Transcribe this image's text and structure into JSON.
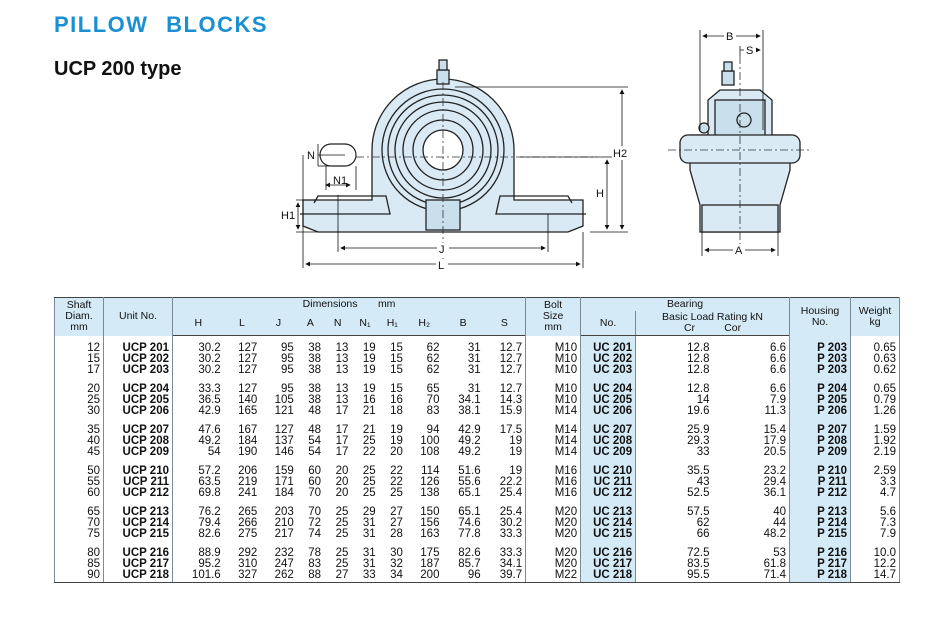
{
  "header": {
    "title": "PILLOW BLOCKS",
    "subtitle": "UCP 200 type"
  },
  "drawing_labels": {
    "N": "N",
    "N1": "N1",
    "H1": "H1",
    "J": "J",
    "L": "L",
    "H": "H",
    "H2": "H2",
    "B": "B",
    "S": "S",
    "A": "A"
  },
  "table": {
    "headers": {
      "shaft": [
        "Shaft",
        "Diam.",
        "mm"
      ],
      "unit_no": "Unit  No.",
      "dimensions": "Dimensions",
      "dimensions_unit": "mm",
      "dim_cols": [
        "H",
        "L",
        "J",
        "A",
        "N",
        "N₁",
        "H₁",
        "H₂",
        "B",
        "S"
      ],
      "bolt": [
        "Bolt",
        "Size",
        "mm"
      ],
      "bearing": "Bearing",
      "bearing_no": "No.",
      "load_rating": "Basic Load Rating  kN",
      "cr": "Cr",
      "cor": "Cor",
      "housing": [
        "Housing",
        "No."
      ],
      "weight": [
        "Weight",
        "kg"
      ]
    },
    "groups": [
      [
        {
          "shaft": "12",
          "unit": "UCP 201",
          "dims": [
            "30.2",
            "127",
            "95",
            "38",
            "13",
            "19",
            "15",
            "62",
            "31",
            "12.7"
          ],
          "bolt": "M10",
          "bearing": "UC 201",
          "cr": "12.8",
          "cor": "6.6",
          "housing": "P 203",
          "weight": "0.65"
        },
        {
          "shaft": "15",
          "unit": "UCP 202",
          "dims": [
            "30.2",
            "127",
            "95",
            "38",
            "13",
            "19",
            "15",
            "62",
            "31",
            "12.7"
          ],
          "bolt": "M10",
          "bearing": "UC 202",
          "cr": "12.8",
          "cor": "6.6",
          "housing": "P 203",
          "weight": "0.63"
        },
        {
          "shaft": "17",
          "unit": "UCP 203",
          "dims": [
            "30.2",
            "127",
            "95",
            "38",
            "13",
            "19",
            "15",
            "62",
            "31",
            "12.7"
          ],
          "bolt": "M10",
          "bearing": "UC 203",
          "cr": "12.8",
          "cor": "6.6",
          "housing": "P 203",
          "weight": "0.62"
        }
      ],
      [
        {
          "shaft": "20",
          "unit": "UCP 204",
          "dims": [
            "33.3",
            "127",
            "95",
            "38",
            "13",
            "19",
            "15",
            "65",
            "31",
            "12.7"
          ],
          "bolt": "M10",
          "bearing": "UC 204",
          "cr": "12.8",
          "cor": "6.6",
          "housing": "P 204",
          "weight": "0.65"
        },
        {
          "shaft": "25",
          "unit": "UCP 205",
          "dims": [
            "36.5",
            "140",
            "105",
            "38",
            "13",
            "16",
            "16",
            "70",
            "34.1",
            "14.3"
          ],
          "bolt": "M10",
          "bearing": "UC 205",
          "cr": "14",
          "cor": "7.9",
          "housing": "P 205",
          "weight": "0.79"
        },
        {
          "shaft": "30",
          "unit": "UCP 206",
          "dims": [
            "42.9",
            "165",
            "121",
            "48",
            "17",
            "21",
            "18",
            "83",
            "38.1",
            "15.9"
          ],
          "bolt": "M14",
          "bearing": "UC 206",
          "cr": "19.6",
          "cor": "11.3",
          "housing": "P 206",
          "weight": "1.26"
        }
      ],
      [
        {
          "shaft": "35",
          "unit": "UCP 207",
          "dims": [
            "47.6",
            "167",
            "127",
            "48",
            "17",
            "21",
            "19",
            "94",
            "42.9",
            "17.5"
          ],
          "bolt": "M14",
          "bearing": "UC 207",
          "cr": "25.9",
          "cor": "15.4",
          "housing": "P 207",
          "weight": "1.59"
        },
        {
          "shaft": "40",
          "unit": "UCP 208",
          "dims": [
            "49.2",
            "184",
            "137",
            "54",
            "17",
            "25",
            "19",
            "100",
            "49.2",
            "19"
          ],
          "bolt": "M14",
          "bearing": "UC 208",
          "cr": "29.3",
          "cor": "17.9",
          "housing": "P 208",
          "weight": "1.92"
        },
        {
          "shaft": "45",
          "unit": "UCP 209",
          "dims": [
            "54",
            "190",
            "146",
            "54",
            "17",
            "22",
            "20",
            "108",
            "49.2",
            "19"
          ],
          "bolt": "M14",
          "bearing": "UC 209",
          "cr": "33",
          "cor": "20.5",
          "housing": "P 209",
          "weight": "2.19"
        }
      ],
      [
        {
          "shaft": "50",
          "unit": "UCP 210",
          "dims": [
            "57.2",
            "206",
            "159",
            "60",
            "20",
            "25",
            "22",
            "114",
            "51.6",
            "19"
          ],
          "bolt": "M16",
          "bearing": "UC 210",
          "cr": "35.5",
          "cor": "23.2",
          "housing": "P 210",
          "weight": "2.59"
        },
        {
          "shaft": "55",
          "unit": "UCP 211",
          "dims": [
            "63.5",
            "219",
            "171",
            "60",
            "20",
            "25",
            "22",
            "126",
            "55.6",
            "22.2"
          ],
          "bolt": "M16",
          "bearing": "UC 211",
          "cr": "43",
          "cor": "29.4",
          "housing": "P 211",
          "weight": "3.3"
        },
        {
          "shaft": "60",
          "unit": "UCP 212",
          "dims": [
            "69.8",
            "241",
            "184",
            "70",
            "20",
            "25",
            "25",
            "138",
            "65.1",
            "25.4"
          ],
          "bolt": "M16",
          "bearing": "UC 212",
          "cr": "52.5",
          "cor": "36.1",
          "housing": "P 212",
          "weight": "4.7"
        }
      ],
      [
        {
          "shaft": "65",
          "unit": "UCP 213",
          "dims": [
            "76.2",
            "265",
            "203",
            "70",
            "25",
            "29",
            "27",
            "150",
            "65.1",
            "25.4"
          ],
          "bolt": "M20",
          "bearing": "UC 213",
          "cr": "57.5",
          "cor": "40",
          "housing": "P 213",
          "weight": "5.6"
        },
        {
          "shaft": "70",
          "unit": "UCP 214",
          "dims": [
            "79.4",
            "266",
            "210",
            "72",
            "25",
            "31",
            "27",
            "156",
            "74.6",
            "30.2"
          ],
          "bolt": "M20",
          "bearing": "UC 214",
          "cr": "62",
          "cor": "44",
          "housing": "P 214",
          "weight": "7.3"
        },
        {
          "shaft": "75",
          "unit": "UCP 215",
          "dims": [
            "82.6",
            "275",
            "217",
            "74",
            "25",
            "31",
            "28",
            "163",
            "77.8",
            "33.3"
          ],
          "bolt": "M20",
          "bearing": "UC 215",
          "cr": "66",
          "cor": "48.2",
          "housing": "P 215",
          "weight": "7.9"
        }
      ],
      [
        {
          "shaft": "80",
          "unit": "UCP 216",
          "dims": [
            "88.9",
            "292",
            "232",
            "78",
            "25",
            "31",
            "30",
            "175",
            "82.6",
            "33.3"
          ],
          "bolt": "M20",
          "bearing": "UC 216",
          "cr": "72.5",
          "cor": "53",
          "housing": "P 216",
          "weight": "10.0"
        },
        {
          "shaft": "85",
          "unit": "UCP 217",
          "dims": [
            "95.2",
            "310",
            "247",
            "83",
            "25",
            "31",
            "32",
            "187",
            "85.7",
            "34.1"
          ],
          "bolt": "M20",
          "bearing": "UC 217",
          "cr": "83.5",
          "cor": "61.8",
          "housing": "P 217",
          "weight": "12.2"
        },
        {
          "shaft": "90",
          "unit": "UCP 218",
          "dims": [
            "101.6",
            "327",
            "262",
            "88",
            "27",
            "33",
            "34",
            "200",
            "96",
            "39.7"
          ],
          "bolt": "M22",
          "bearing": "UC 218",
          "cr": "95.5",
          "cor": "71.4",
          "housing": "P 218",
          "weight": "14.7"
        }
      ]
    ]
  }
}
